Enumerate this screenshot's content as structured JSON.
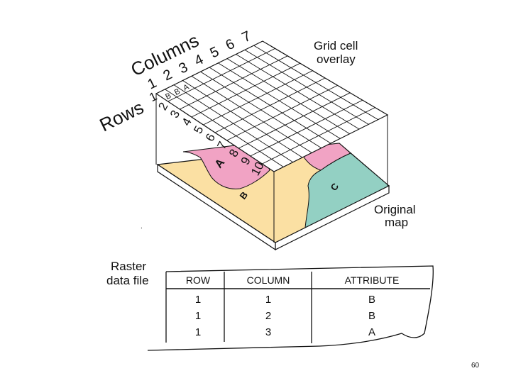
{
  "overlay_label_line1": "Grid cell",
  "overlay_label_line2": "overlay",
  "map_label_line1": "Original",
  "map_label_line2": "map",
  "raster_label_line1": "Raster",
  "raster_label_line2": "data file",
  "columns_title": "Columns",
  "rows_title": "Rows",
  "column_numbers": [
    "1",
    "2",
    "3",
    "4",
    "5",
    "6",
    "7"
  ],
  "row_numbers": [
    "1",
    "2",
    "3",
    "4",
    "5",
    "6",
    "7",
    "8",
    "9",
    "10"
  ],
  "first_row_cells": [
    "B",
    "B",
    "A"
  ],
  "zone_labels": {
    "a": "A",
    "b": "B",
    "c": "C"
  },
  "table": {
    "headers": [
      "ROW",
      "COLUMN",
      "ATTRIBUTE"
    ],
    "rows": [
      [
        "1",
        "1",
        "B"
      ],
      [
        "1",
        "2",
        "B"
      ],
      [
        "1",
        "3",
        "A"
      ]
    ]
  },
  "page_number": "60",
  "colors": {
    "zone_a": "#f1a3c4",
    "zone_b": "#fbe0a3",
    "zone_c": "#93d0c3",
    "line": "#111111"
  }
}
